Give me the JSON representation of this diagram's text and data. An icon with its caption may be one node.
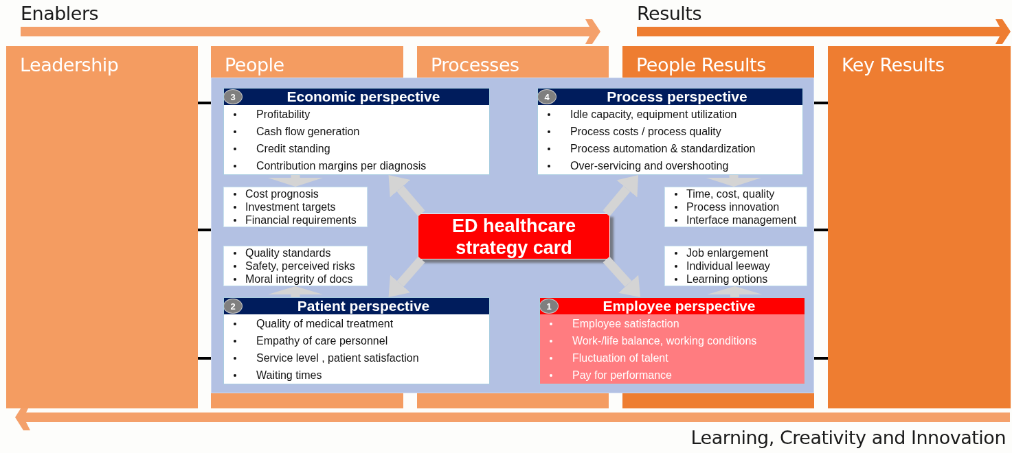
{
  "diagram": {
    "nodes": [
      {
        "text": [
          "Leadership"
        ]
      },
      {
        "text": [
          "People"
        ]
      },
      {
        "text": [],
        "shape": "box"
      },
      {
        "text": [
          "Processes"
        ]
      },
      {
        "text": [],
        "shape": "box"
      },
      {
        "text": [
          "People Results"
        ]
      },
      {
        "text": [],
        "shape": "box"
      },
      {
        "text": [
          "Key Results"
        ]
      },
      {
        "text": [],
        "shape": "box"
      },
      {
        "text": [
          "3",
          "Economic perspective",
          "Profitability",
          "Cash flow generation",
          "Credit standing",
          "Contribution margins per diagnosis"
        ],
        "in": 8
      },
      {
        "text": [
          "4",
          "Process perspective",
          "Idle capacity, equipment utilization",
          "Process costs / process quality",
          "Process automation & standardization",
          "Over-servicing and overshooting"
        ],
        "in": 8
      },
      {
        "text": [
          "Cost prognosis",
          "Investment targets",
          "Financial requirements"
        ],
        "in": 8
      },
      {
        "text": [
          "Time, cost, quality",
          "Process innovation",
          "Interface management"
        ],
        "in": 8
      },
      {
        "text": [
          "ED healthcare strategy card"
        ],
        "in": 8
      },
      {
        "text": [
          "Quality standards",
          "Safety, perceived risks",
          "Moral integrity of docs"
        ],
        "in": 8
      },
      {
        "text": [
          "Job enlargement",
          "Individual leeway",
          "Learning options"
        ],
        "in": 8
      },
      {
        "text": [
          "2",
          "Patient perspective",
          "Quality of medical treatment",
          "Empathy of care personnel",
          "Service level , patient satisfaction",
          "Waiting times"
        ],
        "in": 8
      },
      {
        "text": [
          "1",
          "Employee perspective",
          "Employee satisfaction",
          "Work-/life balance, working conditions",
          "Fluctuation of talent",
          "Pay for performance"
        ],
        "in": 8
      }
    ],
    "edges": [
      {
        "from": 0,
        "to": 8,
        "arrow": "none",
        "color": "#000000"
      },
      {
        "from": 0,
        "to": 8,
        "arrow": "none",
        "color": "#000000"
      },
      {
        "from": 0,
        "to": 8,
        "arrow": "none",
        "color": "#000000"
      },
      {
        "from": 8,
        "to": 7,
        "arrow": "none",
        "color": "#000000"
      },
      {
        "from": 8,
        "to": 7,
        "arrow": "none",
        "color": "#000000"
      },
      {
        "from": 8,
        "to": 7,
        "arrow": "none",
        "color": "#000000"
      },
      {
        "from": 13,
        "to": 9,
        "arrow": "to"
      },
      {
        "from": 13,
        "to": 10,
        "arrow": "to"
      },
      {
        "from": 13,
        "to": 16,
        "arrow": "to"
      },
      {
        "from": 13,
        "to": 17,
        "arrow": "to"
      },
      {
        "from": 9,
        "to": 11,
        "arrow": "to"
      },
      {
        "from": 10,
        "to": 12,
        "arrow": "to"
      },
      {
        "from": 16,
        "to": 14,
        "arrow": "to"
      },
      {
        "from": 17,
        "to": 15,
        "arrow": "to"
      }
    ],
    "labels": [
      "Enablers",
      "Results",
      "Learning, Creativity and Innovation"
    ]
  }
}
